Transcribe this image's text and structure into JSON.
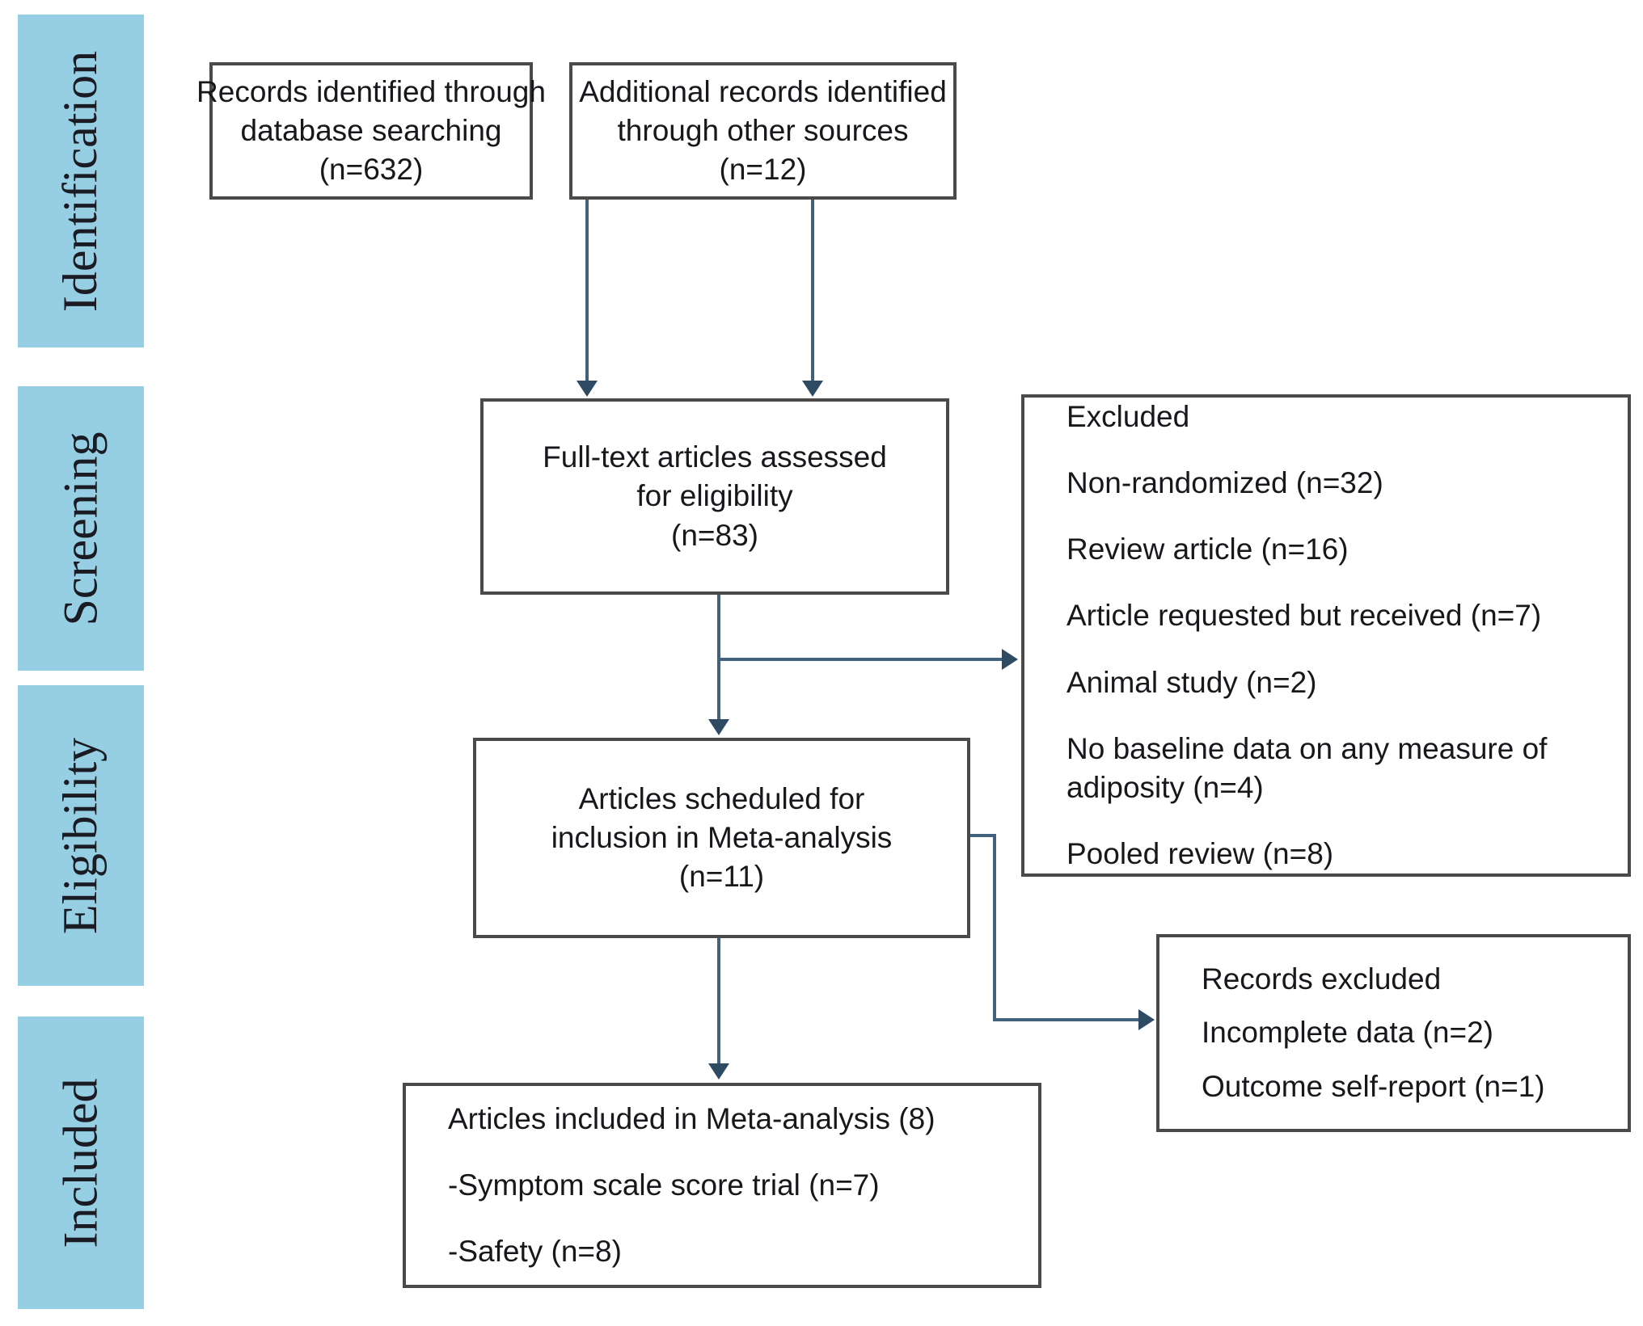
{
  "diagram": {
    "title": "PRISMA flow diagram",
    "accent_color": "#96cfe3",
    "connector_color": "#41617d",
    "box_border_color": "#4a4a4a"
  },
  "stages": [
    {
      "label": "Identification"
    },
    {
      "label": "Screening"
    },
    {
      "label": "Eligibility"
    },
    {
      "label": "Included"
    }
  ],
  "boxes": {
    "database_records": {
      "lines": [
        "Records identified through",
        "database searching",
        "(n=632)"
      ]
    },
    "other_records": {
      "lines": [
        "Additional records identified",
        "through other sources",
        "(n=12)"
      ]
    },
    "fulltext_assessed": {
      "lines": [
        "Full-text articles assessed",
        "for eligibility",
        "(n=83)"
      ]
    },
    "excluded_reasons": {
      "lines": [
        "Excluded",
        "Non-randomized (n=32)",
        "Review article (n=16)",
        "Article requested but received (n=7)",
        "Animal study (n=2)",
        "No baseline data on any measure of adiposity (n=4)",
        "Pooled review (n=8)"
      ]
    },
    "scheduled_inclusion": {
      "lines": [
        "Articles scheduled for",
        "inclusion in Meta-analysis",
        "(n=11)"
      ]
    },
    "records_excluded": {
      "lines": [
        "Records excluded",
        "Incomplete data (n=2)",
        "Outcome self-report (n=1)"
      ]
    },
    "included_final": {
      "lines": [
        "Articles included in Meta-analysis (8)",
        "-Symptom scale score trial (n=7)",
        "-Safety (n=8)"
      ]
    }
  }
}
